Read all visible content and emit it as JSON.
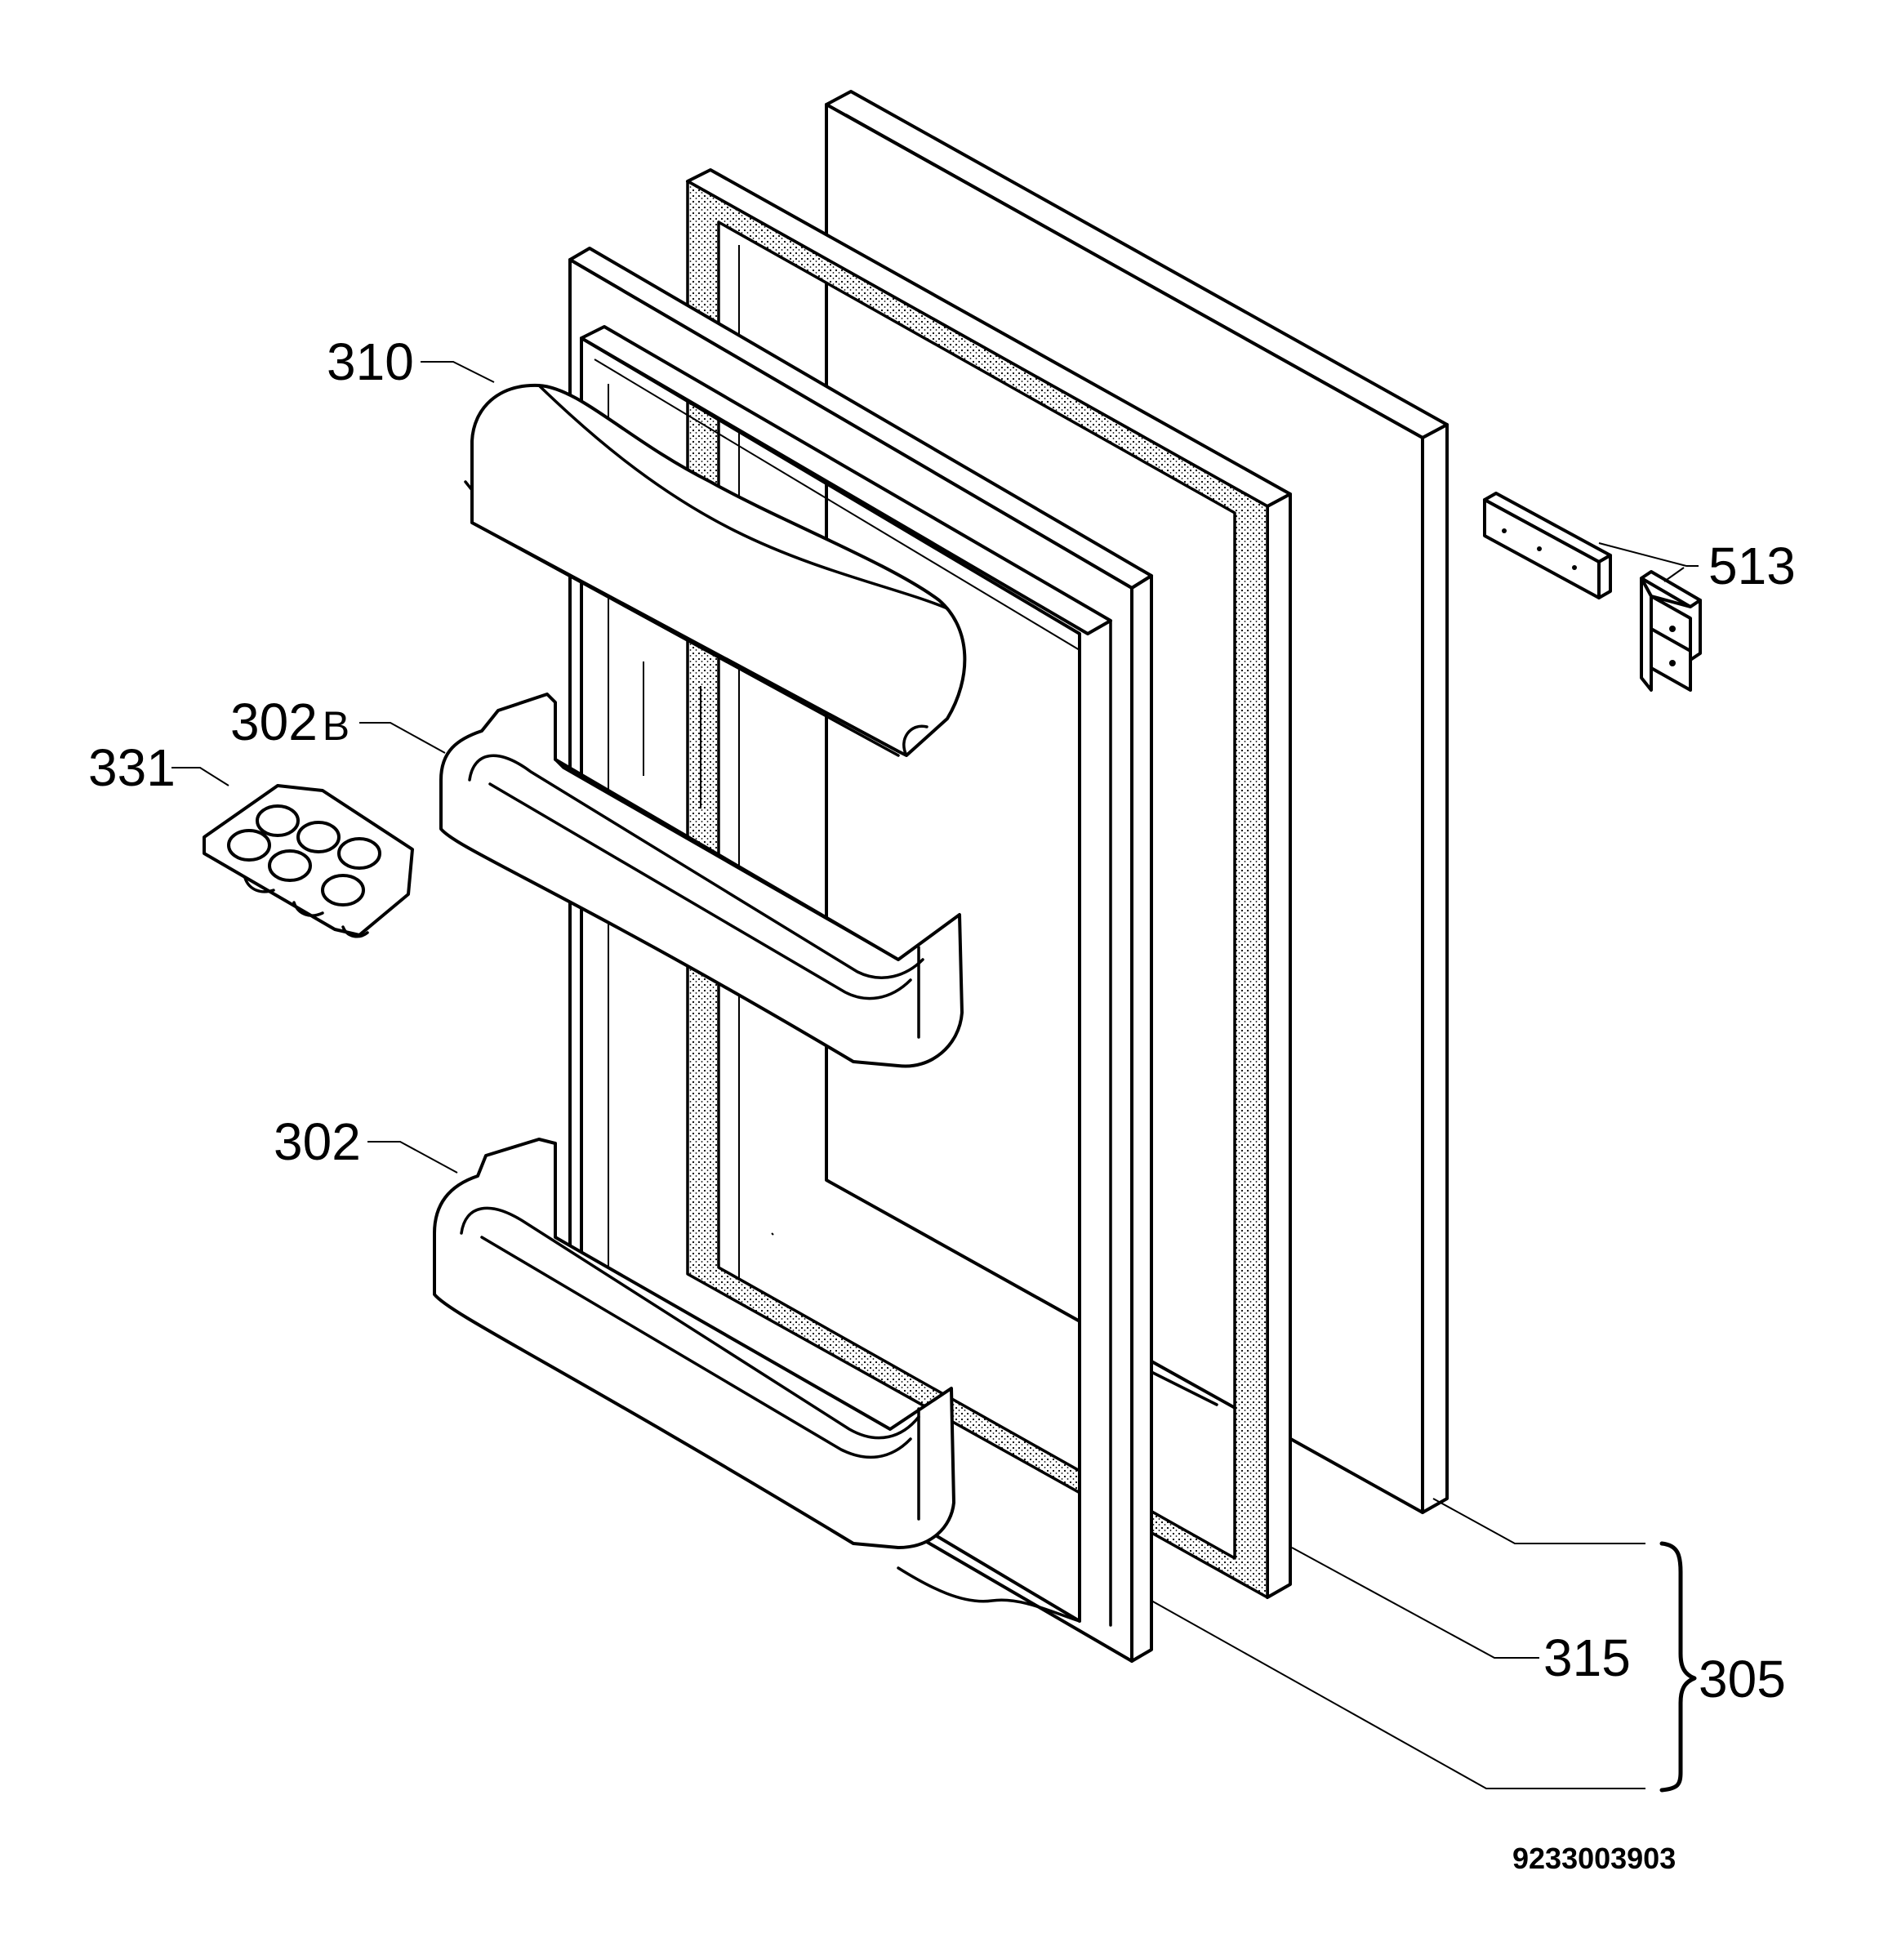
{
  "labels": {
    "door_shelf_310": "310",
    "door_shelf_302b_num": "302",
    "door_shelf_302b_suffix": "B",
    "egg_tray_331": "331",
    "door_shelf_302": "302",
    "hinge_513": "513",
    "gasket_315": "315",
    "door_assembly_305": "305"
  },
  "drawing_code": "9233003903"
}
